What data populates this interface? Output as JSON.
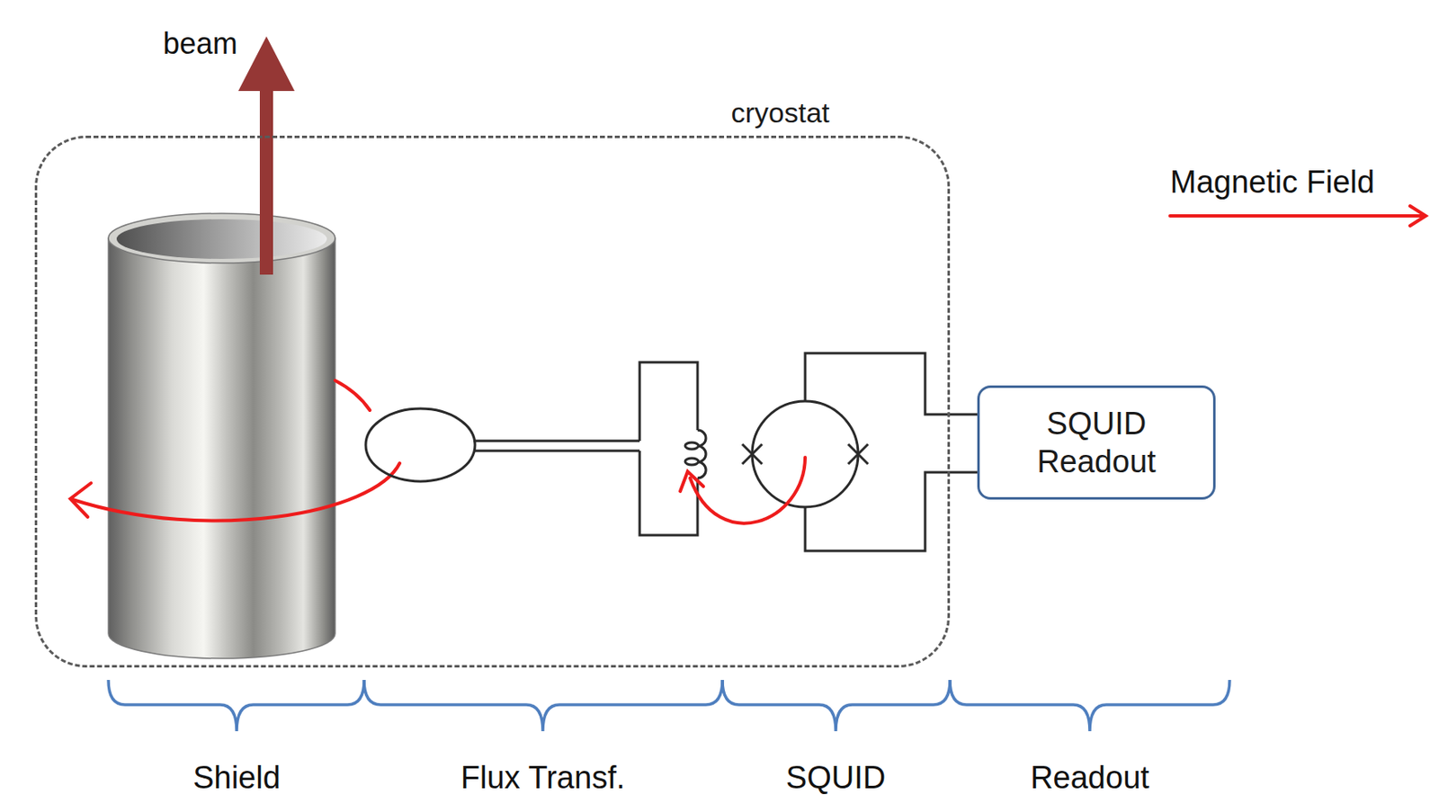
{
  "diagram": {
    "nodes": [
      {
        "text": [
          "cryostat"
        ]
      },
      {
        "text": [
          "SQUID Readout"
        ]
      }
    ],
    "labels": [
      "beam",
      "Shield",
      "Flux Transf.",
      "SQUID",
      "Readout"
    ],
    "legend": [
      {
        "text": "Magnetic Field"
      }
    ]
  }
}
